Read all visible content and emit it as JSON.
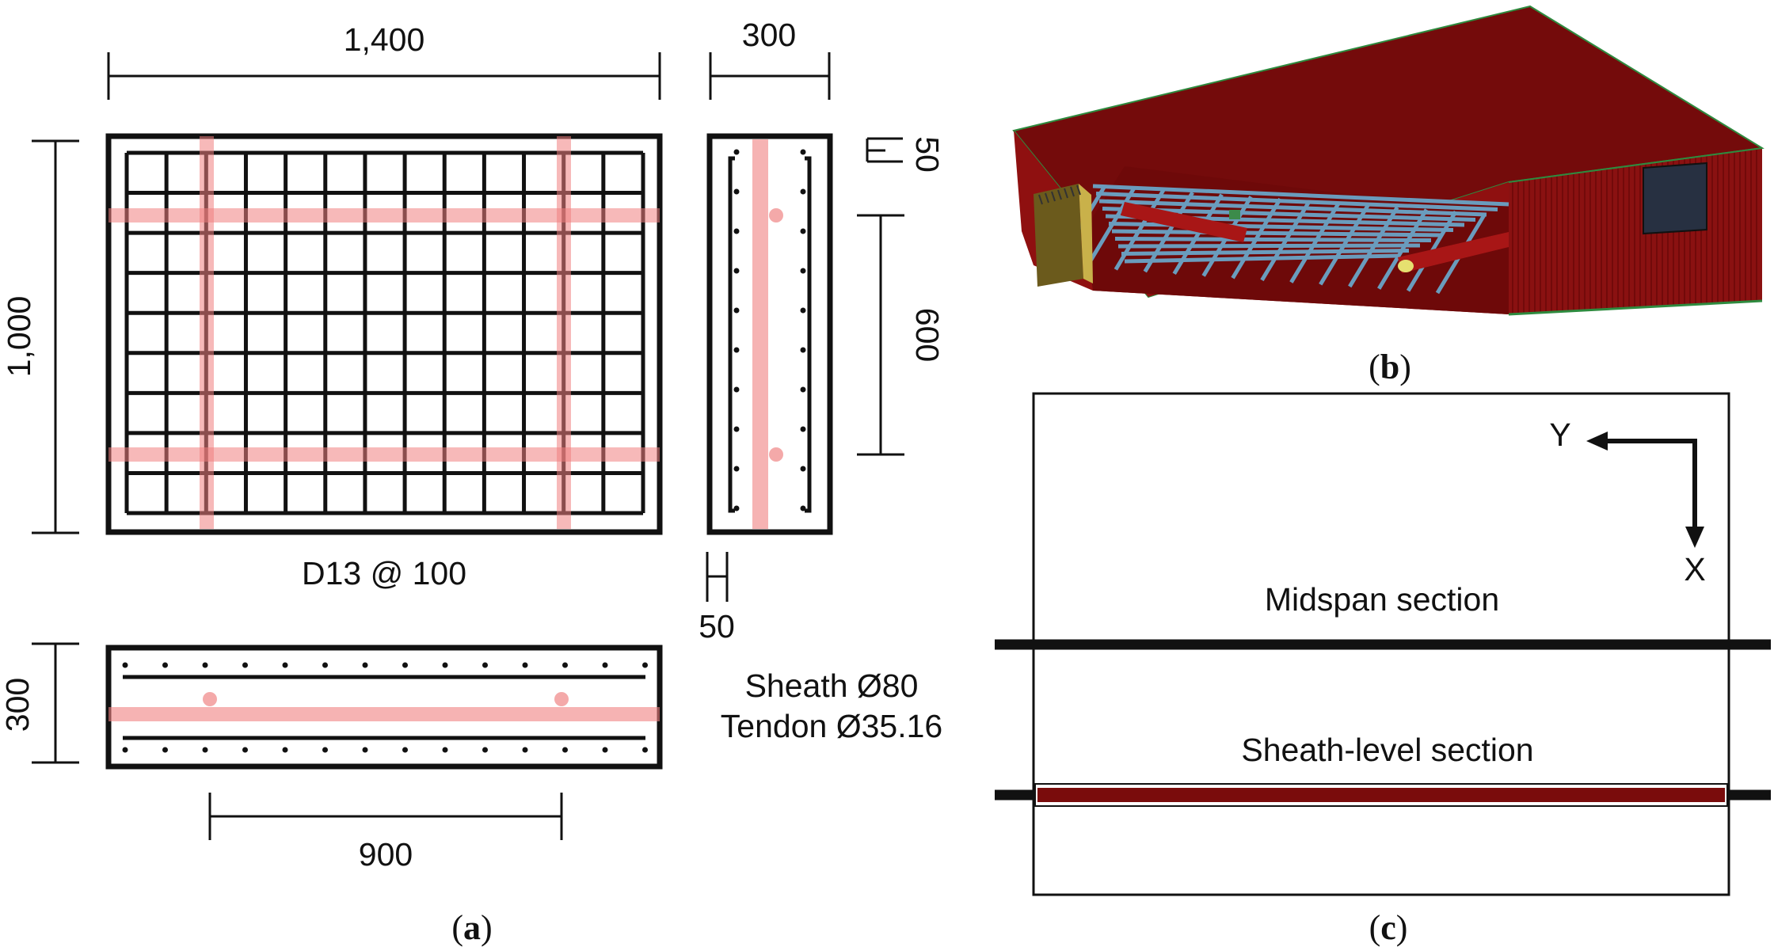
{
  "panel_a": {
    "caption_open": "(",
    "caption_letter": "a",
    "caption_close": ")",
    "dim_width": "1,400",
    "dim_height": "1,000",
    "dim_thickness_top": "300",
    "dim_thickness_side": "300",
    "dim_cover_top": "50",
    "dim_cover_bottom": "50",
    "dim_tendon_spacing_vertical": "600",
    "dim_tendon_spacing_horizontal": "900",
    "rebar_label": "D13 @ 100",
    "sheath_label": "Sheath Ø80",
    "tendon_label": "Tendon Ø35.16"
  },
  "panel_b": {
    "caption_open": "(",
    "caption_letter": "b",
    "caption_close": ")"
  },
  "panel_c": {
    "caption_open": "(",
    "caption_letter": "c",
    "caption_close": ")",
    "axis_y": "Y",
    "axis_x": "X",
    "midspan_label": "Midspan section",
    "sheath_level_label": "Sheath-level section"
  },
  "colors": {
    "line": "#111111",
    "tendon_pink": "#f4a9a9",
    "tendon_dark": "#c43a3a",
    "concrete_red": "#7a0c0c",
    "concrete_dark": "#4d0606",
    "rebar_blue": "#5a8fb0"
  }
}
